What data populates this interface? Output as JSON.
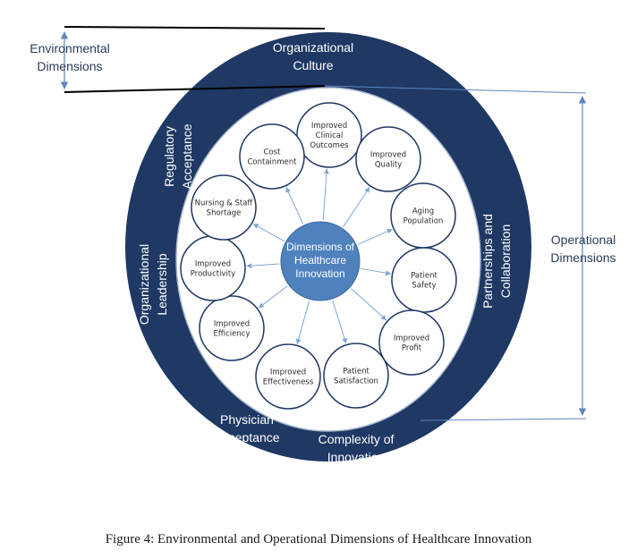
{
  "center": {
    "label": [
      "Dimensions of",
      "Healthcare",
      "Innovation"
    ]
  },
  "ring_labels": [
    {
      "lines": [
        "Organizational",
        "Culture"
      ]
    },
    {
      "lines": [
        "Regulatory",
        "Acceptance"
      ]
    },
    {
      "lines": [
        "Organizational",
        "Leadership"
      ]
    },
    {
      "lines": [
        "Physician",
        "Acceptance"
      ]
    },
    {
      "lines": [
        "Complexity of",
        "Innovation"
      ]
    },
    {
      "lines": [
        "Partnerships and",
        "Collaboration"
      ]
    }
  ],
  "nodes": [
    {
      "lines": [
        "Improved",
        "Clinical",
        "Outcomes"
      ]
    },
    {
      "lines": [
        "Improved",
        "Quality"
      ]
    },
    {
      "lines": [
        "Aging",
        "Population"
      ]
    },
    {
      "lines": [
        "Patient",
        "Safety"
      ]
    },
    {
      "lines": [
        "Improved",
        "Profit"
      ]
    },
    {
      "lines": [
        "Patient",
        "Satisfaction"
      ]
    },
    {
      "lines": [
        "Improved",
        "Effectiveness"
      ]
    },
    {
      "lines": [
        "Improved",
        "Efficiency"
      ]
    },
    {
      "lines": [
        "Improved",
        "Productivity"
      ]
    },
    {
      "lines": [
        "Nursing & Staff",
        "Shortage"
      ]
    },
    {
      "lines": [
        "Cost",
        "Containment"
      ]
    }
  ],
  "side_labels": {
    "environmental": [
      "Environmental",
      "Dimensions"
    ],
    "operational": [
      "Operational",
      "Dimensions"
    ]
  },
  "caption": "Figure 4: Environmental and Operational Dimensions of Healthcare Innovation",
  "colors": {
    "ring": "#1f3864",
    "ring_inner_edge": "#a9b7cc",
    "center_fill": "#4f81bd",
    "node_stroke": "#1f3864",
    "arrow": "#7ea6d6",
    "bracket": "#5b86bf"
  }
}
